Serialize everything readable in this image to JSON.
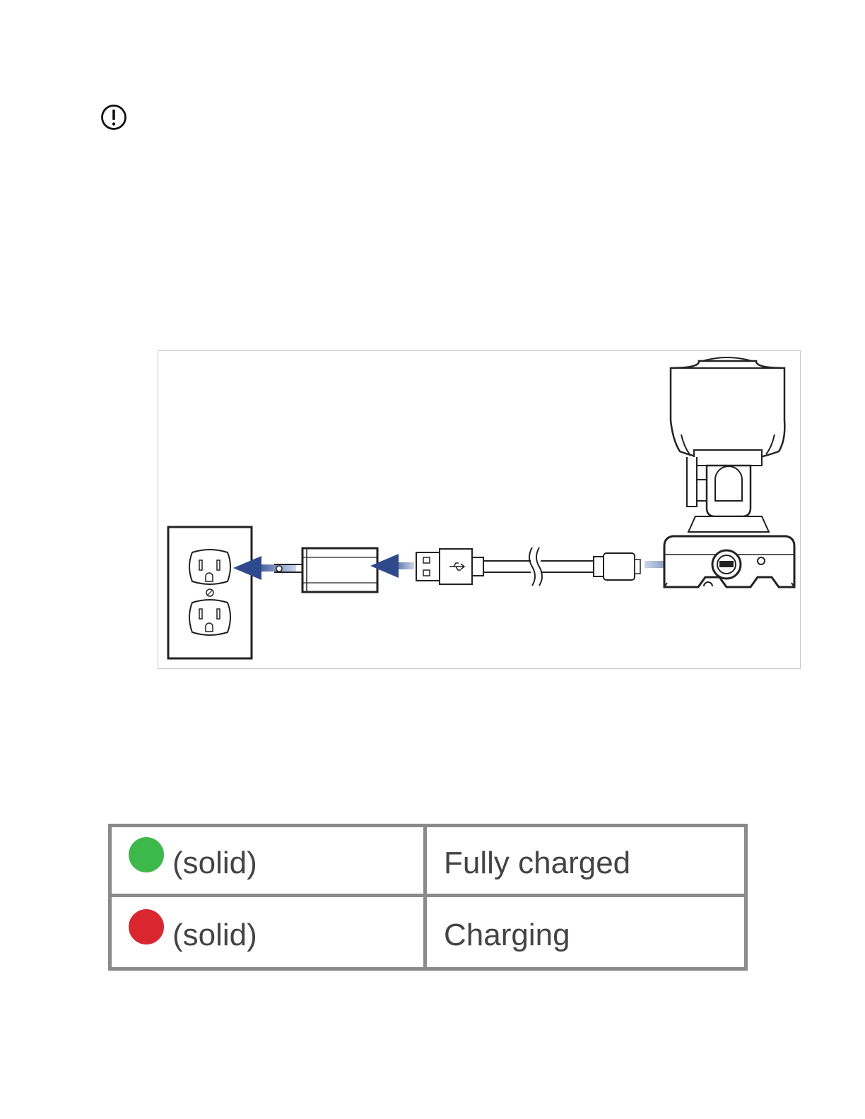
{
  "colors": {
    "led_green": "#3db84a",
    "led_red": "#d9262f",
    "arrow_blue": "#33508f",
    "table_border": "#8a8a8a"
  },
  "icons": {
    "notice": "exclamation-circle-icon"
  },
  "led_table": {
    "rows": [
      {
        "led_color": "green",
        "state": "(solid)",
        "meaning": "Fully charged"
      },
      {
        "led_color": "red",
        "state": "(solid)",
        "meaning": "Charging"
      }
    ]
  }
}
